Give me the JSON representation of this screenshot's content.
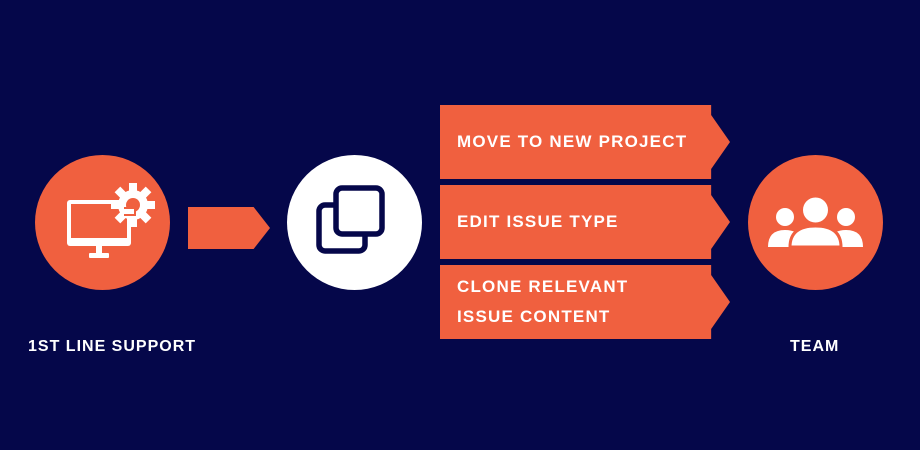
{
  "colors": {
    "background": "#05074a",
    "accent": "#f0603f",
    "white": "#ffffff"
  },
  "nodes": {
    "source": {
      "label": "1ST LINE SUPPORT",
      "icon": "computer-gear-icon"
    },
    "middle": {
      "icon": "clone-copy-icon"
    },
    "destination": {
      "label": "TEAM",
      "icon": "team-users-icon"
    }
  },
  "actions": [
    {
      "label": "MOVE TO NEW PROJECT"
    },
    {
      "label": "EDIT ISSUE TYPE"
    },
    {
      "label_line1": "CLONE RELEVANT",
      "label_line2": "ISSUE CONTENT"
    }
  ]
}
